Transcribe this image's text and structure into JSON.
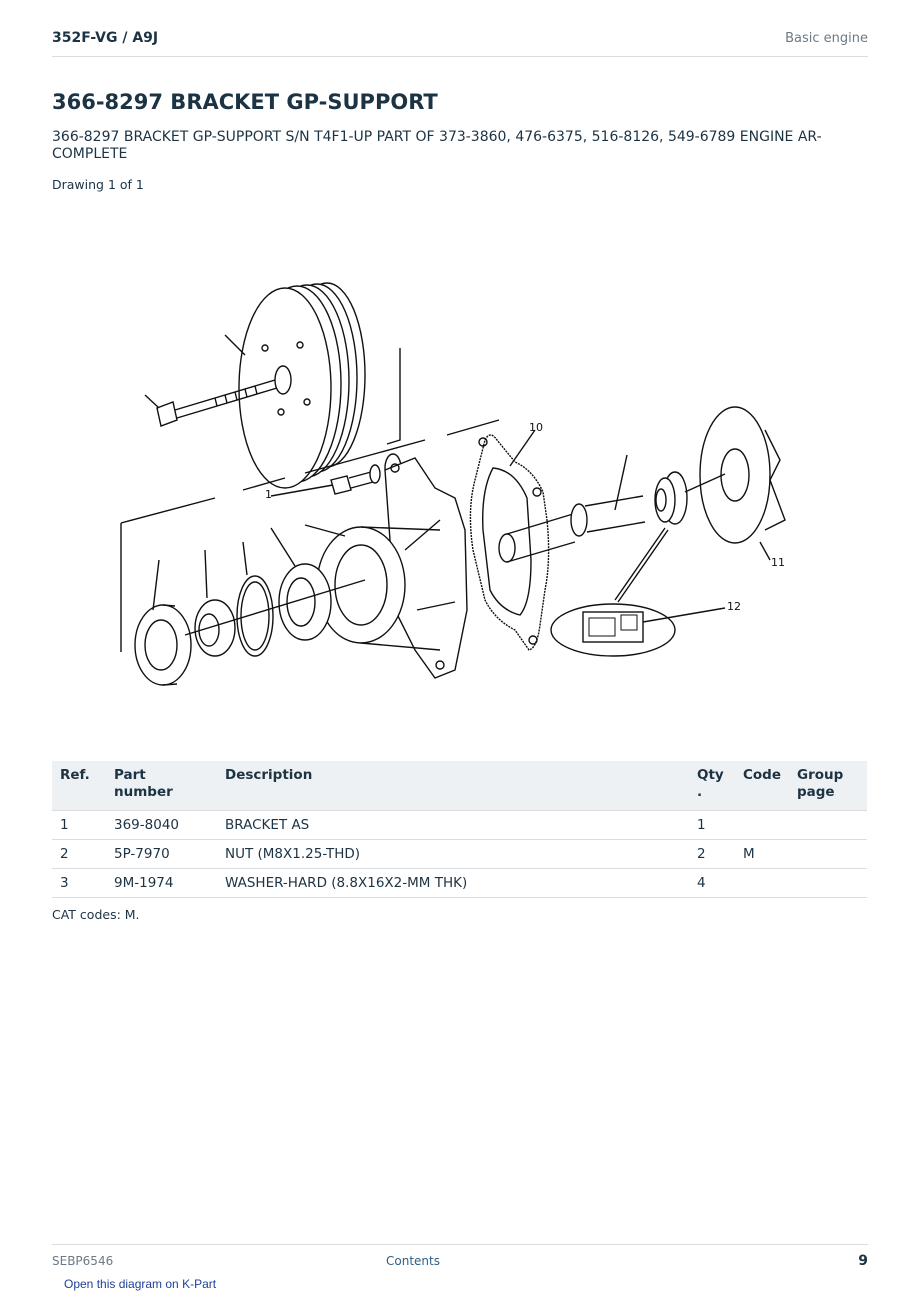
{
  "header": {
    "model": "352F-VG  /  A9J",
    "section": "Basic engine"
  },
  "title": "366-8297 BRACKET GP-SUPPORT",
  "subtitle": "366-8297 BRACKET GP-SUPPORT S/N T4F1-UP PART OF 373-3860, 476-6375, 516-8126, 549-6789 ENGINE AR-COMPLETE",
  "drawing_label": "Drawing 1 of 1",
  "diagram": {
    "callouts": [
      "1",
      "10",
      "11",
      "12"
    ]
  },
  "table": {
    "headers": [
      "Ref.",
      "Part number",
      "Description",
      "Qty .",
      "Code",
      "Group page"
    ],
    "rows": [
      {
        "ref": "1",
        "part": "369-8040",
        "desc": "BRACKET AS",
        "qty": "1",
        "code": "",
        "group": ""
      },
      {
        "ref": "2",
        "part": "5P-7970",
        "desc": "NUT (M8X1.25-THD)",
        "qty": "2",
        "code": "M",
        "group": ""
      },
      {
        "ref": "3",
        "part": "9M-1974",
        "desc": "WASHER-HARD (8.8X16X2-MM THK)",
        "qty": "4",
        "code": "",
        "group": ""
      }
    ]
  },
  "cat_codes": "CAT codes: M.",
  "footer": {
    "doc_id": "SEBP6546",
    "contents_link": "Contents",
    "page_number": "9",
    "kpart_link": "Open this diagram on K-Part"
  }
}
